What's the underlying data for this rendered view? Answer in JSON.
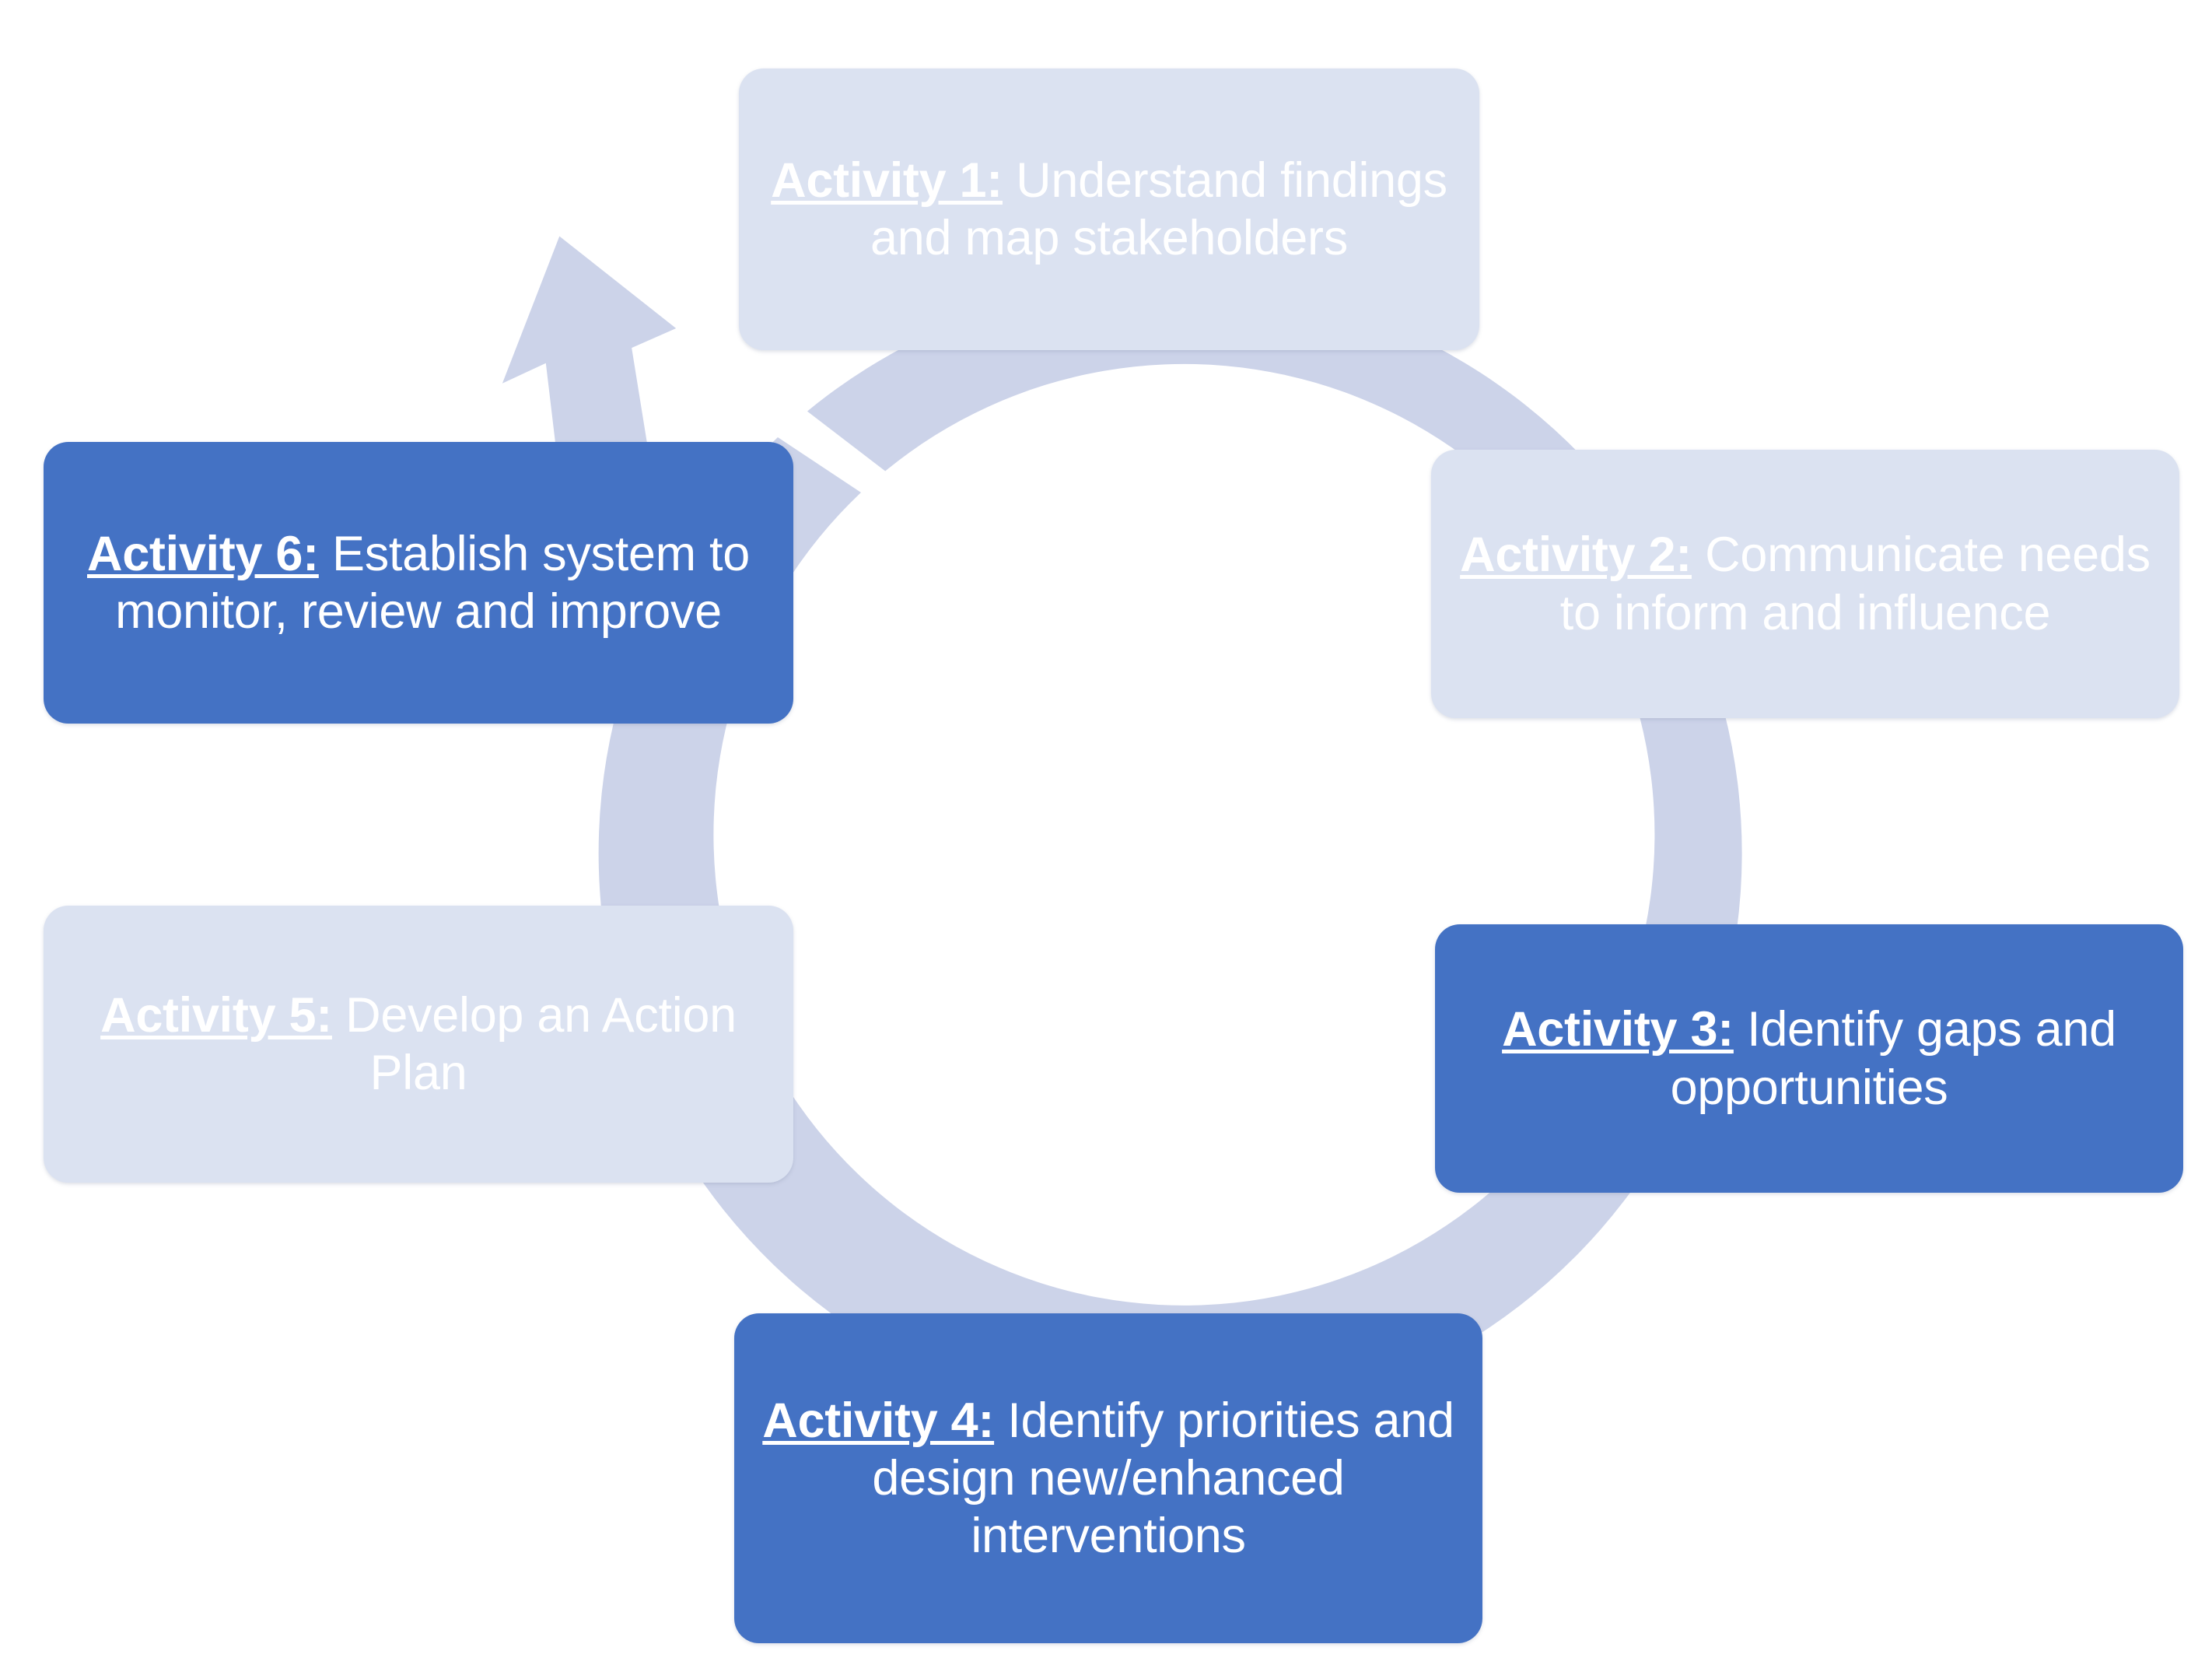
{
  "diagram": {
    "type": "cycle-diagram",
    "title": "",
    "background_color": "#ffffff",
    "ring": {
      "name": "cycle-arrow-ring",
      "color": "#ccd3e9",
      "direction": "clockwise",
      "arrowhead_position": "top-left"
    },
    "colors": {
      "light_box": "#dbe2f1",
      "dark_box": "#4472c4",
      "ring": "#ccd3e9",
      "text": "#ffffff"
    },
    "nodes": [
      {
        "id": "activity-1",
        "lead": "Activity 1:",
        "body": " Understand findings and map stakeholders",
        "tone": "light"
      },
      {
        "id": "activity-2",
        "lead": "Activity 2:",
        "body": " Communicate needs to inform and influence",
        "tone": "light"
      },
      {
        "id": "activity-3",
        "lead": "Activity 3:",
        "body": " Identify gaps and opportunities",
        "tone": "dark"
      },
      {
        "id": "activity-4",
        "lead": "Activity 4:",
        "body": " Identify priorities and design new/enhanced interventions",
        "tone": "dark"
      },
      {
        "id": "activity-5",
        "lead": "Activity 5:",
        "body": " Develop an Action Plan",
        "tone": "light"
      },
      {
        "id": "activity-6",
        "lead": "Activity 6:",
        "body": " Establish system to monitor, review and improve",
        "tone": "dark"
      }
    ]
  }
}
